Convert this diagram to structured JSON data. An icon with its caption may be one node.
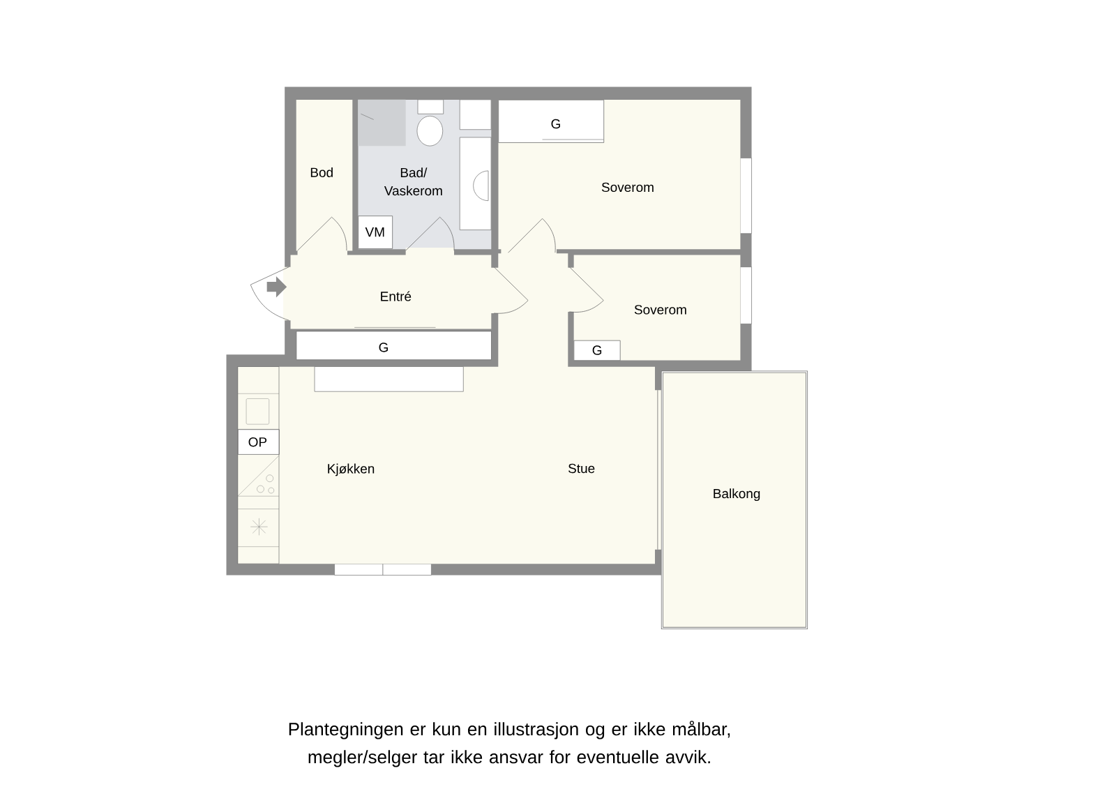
{
  "diagram": {
    "caption": "Plantegningen er kun en illustrasjon og er ikke målbar, megler/selger tar ikke ansvar for eventuelle avvik.",
    "nodes": [
      {
        "text": [
          "Bod"
        ]
      },
      {
        "text": [
          "Bad/ Vaskerom"
        ]
      },
      {
        "text": [
          "VM"
        ],
        "in": 1
      },
      {
        "text": [
          "Soverom"
        ]
      },
      {
        "text": [
          "G"
        ],
        "in": 3
      },
      {
        "text": [
          "Entré"
        ]
      },
      {
        "text": [
          "G"
        ]
      },
      {
        "text": [
          "Soverom"
        ]
      },
      {
        "text": [
          "G"
        ],
        "in": 7
      },
      {
        "text": [
          "Kjøkken",
          "Stue"
        ]
      },
      {
        "text": [
          "OP"
        ],
        "in": 9
      },
      {
        "text": [
          "Balkong"
        ]
      }
    ]
  }
}
